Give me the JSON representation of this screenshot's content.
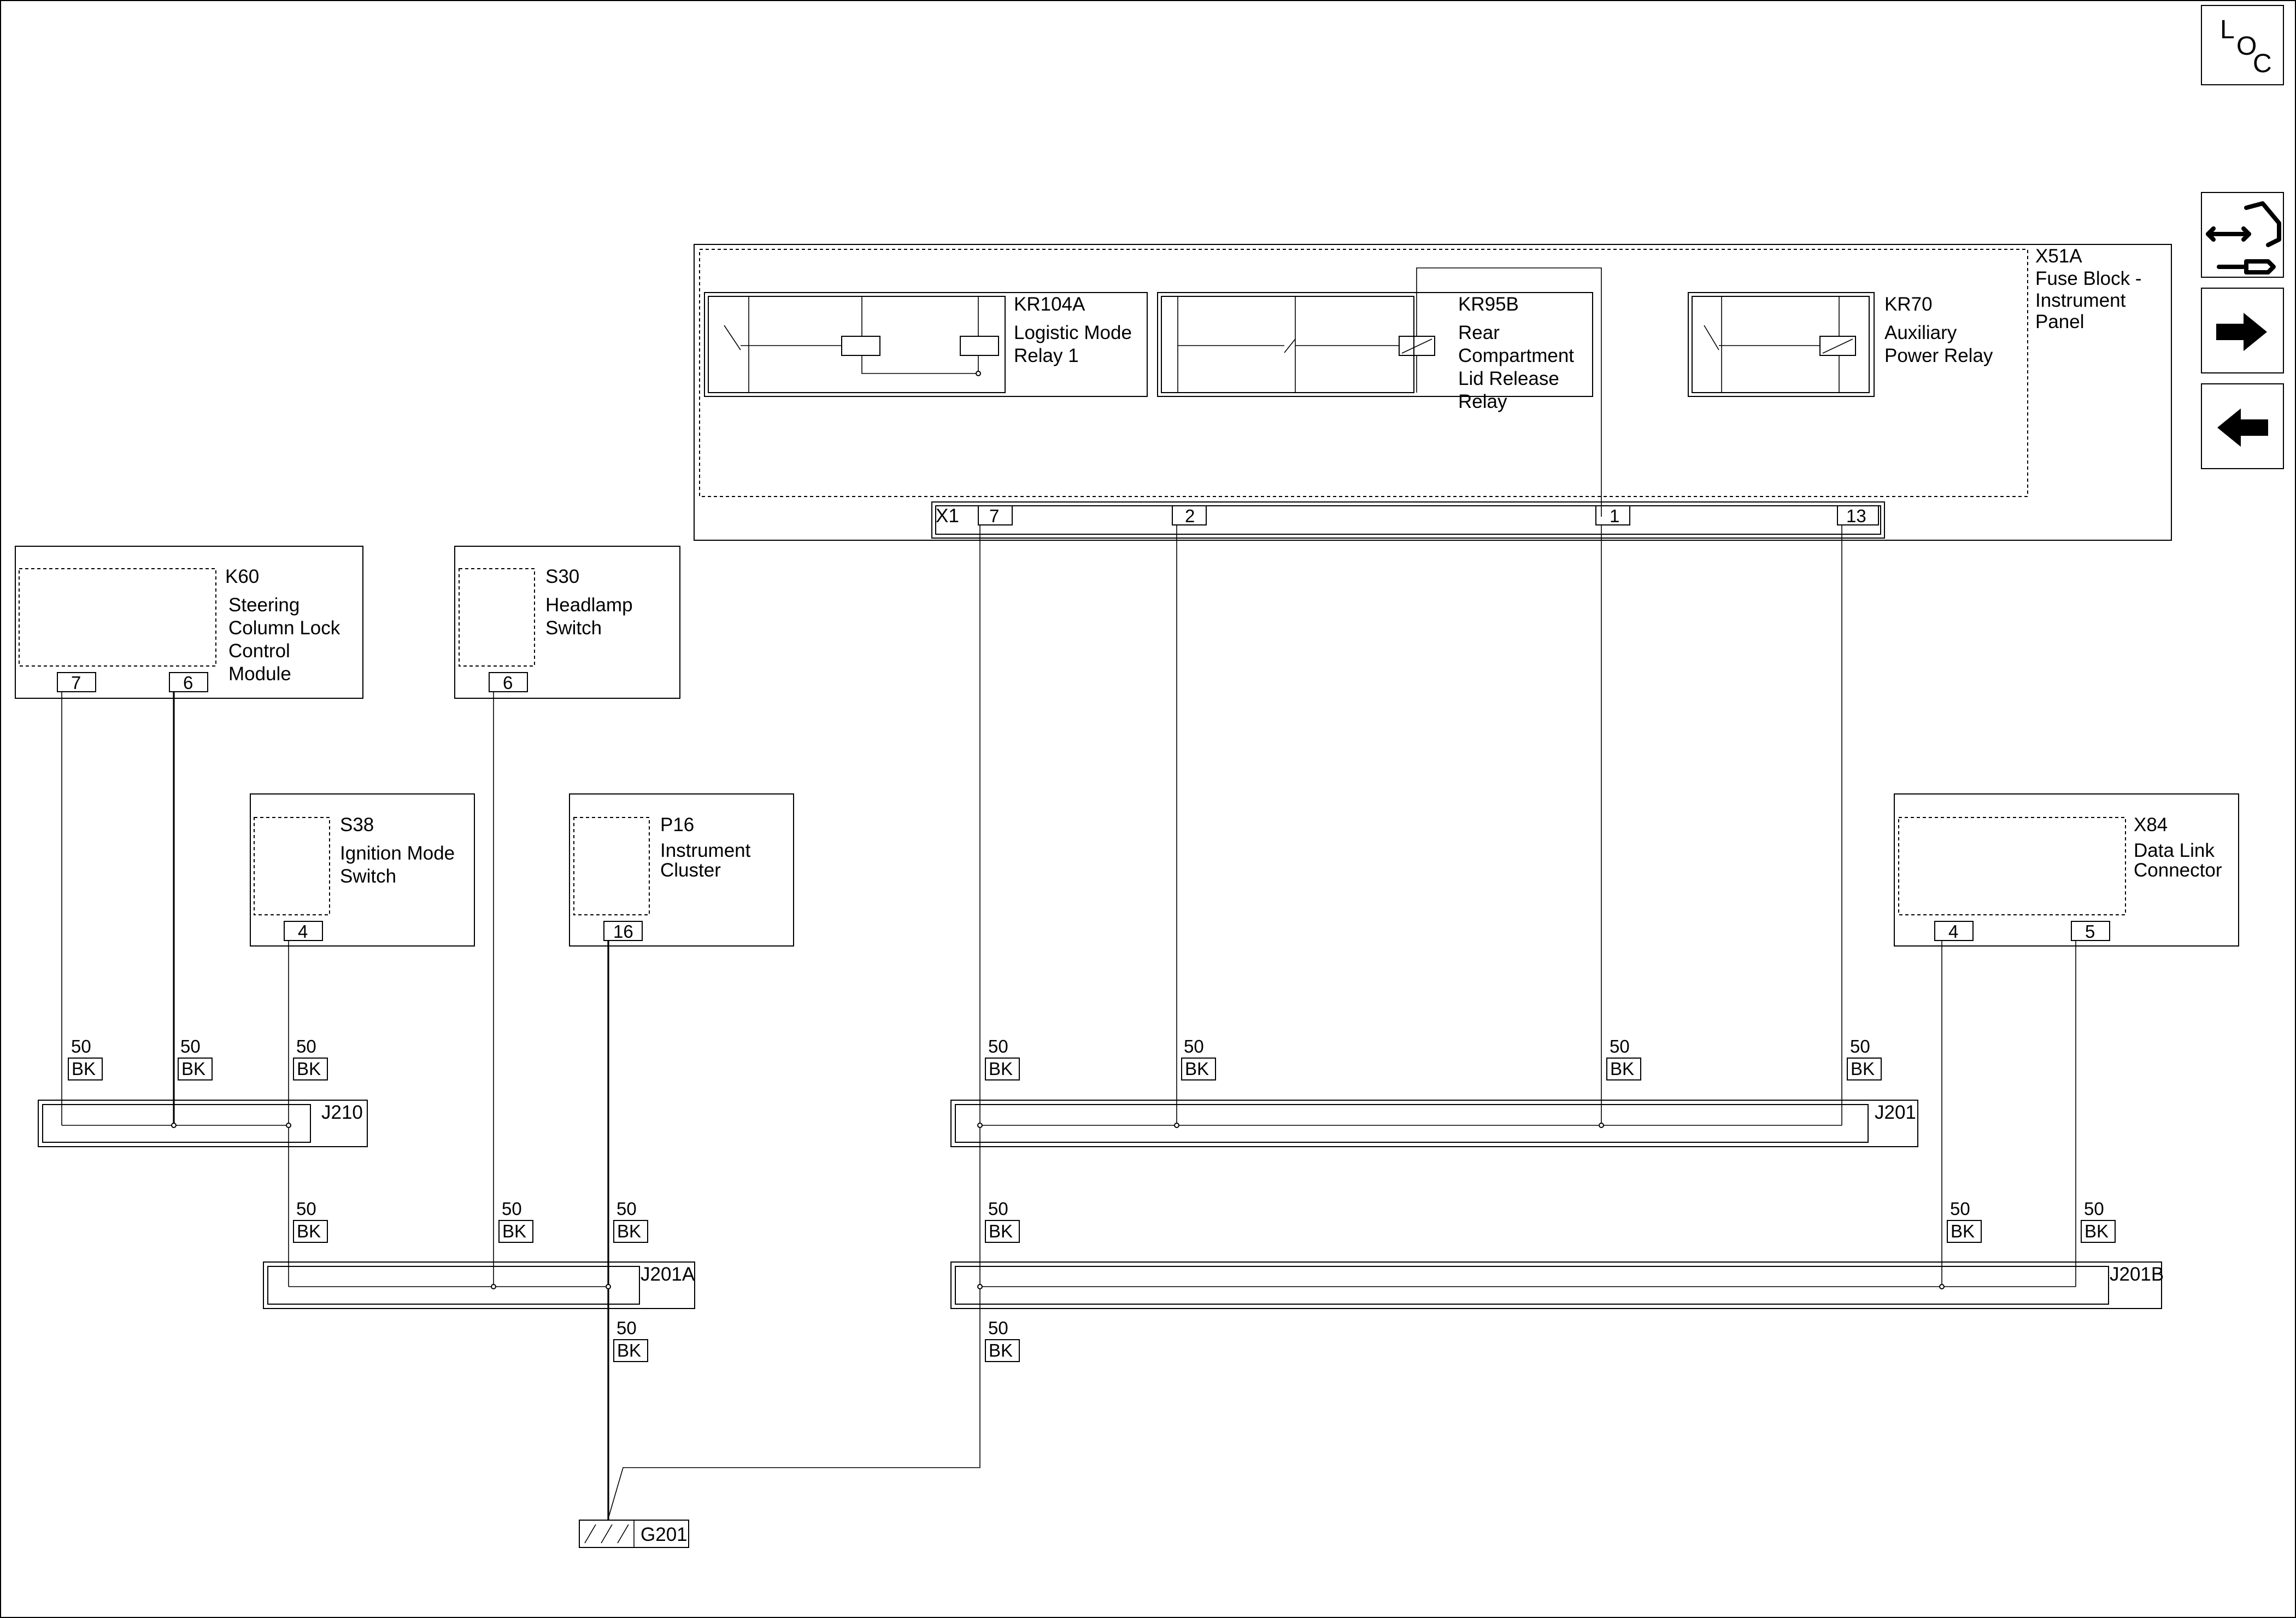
{
  "fuse_block": {
    "id": "X51A",
    "name_lines": [
      "Fuse Block -",
      "Instrument",
      "Panel"
    ],
    "connector": "X1"
  },
  "relays": [
    {
      "id": "KR104A",
      "name_lines": [
        "Logistic Mode",
        "Relay 1"
      ]
    },
    {
      "id": "KR95B",
      "name_lines": [
        "Rear",
        "Compartment",
        "Lid Release",
        "Relay"
      ]
    },
    {
      "id": "KR70",
      "name_lines": [
        "Auxiliary",
        "Power Relay"
      ]
    }
  ],
  "fuse_block_pins": [
    "7",
    "2",
    "1",
    "13"
  ],
  "components": [
    {
      "id": "K60",
      "name_lines": [
        "Steering",
        "Column Lock",
        "Control",
        "Module"
      ],
      "pins": [
        "7",
        "6"
      ]
    },
    {
      "id": "S30",
      "name_lines": [
        "Headlamp",
        "Switch"
      ],
      "pins": [
        "6"
      ]
    },
    {
      "id": "S38",
      "name_lines": [
        "Ignition Mode",
        "Switch"
      ],
      "pins": [
        "4"
      ]
    },
    {
      "id": "P16",
      "name_lines": [
        "Instrument",
        "Cluster"
      ],
      "pins": [
        "16"
      ]
    },
    {
      "id": "X84",
      "name_lines": [
        "Data Link",
        "Connector"
      ],
      "pins": [
        "4",
        "5"
      ]
    }
  ],
  "wire": {
    "size": "50",
    "color": "BK"
  },
  "splices": [
    "J210",
    "J201",
    "J201A",
    "J201B"
  ],
  "ground": "G201",
  "nav": {
    "loc_letters": [
      "L",
      "O",
      "C"
    ]
  }
}
